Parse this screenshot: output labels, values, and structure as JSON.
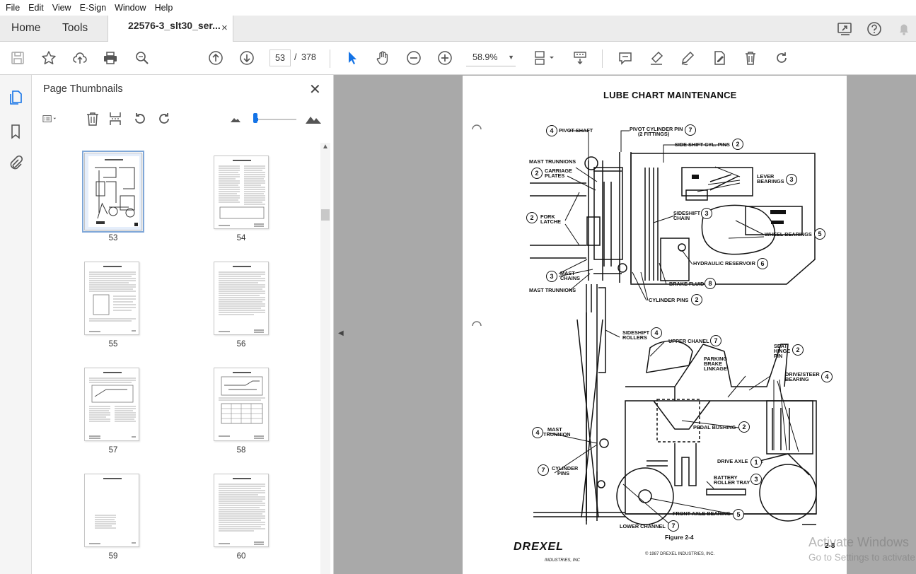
{
  "menu": [
    "File",
    "Edit",
    "View",
    "E-Sign",
    "Window",
    "Help"
  ],
  "tabs": {
    "home": "Home",
    "tools": "Tools",
    "document": "22576-3_slt30_ser...",
    "close": "×"
  },
  "toolbar": {
    "page_current": "53",
    "page_sep": "/",
    "page_total": "378",
    "zoom": "58.9%"
  },
  "panel": {
    "title": "Page Thumbnails",
    "close": "✕",
    "thumbnails": [
      {
        "page": "53",
        "selected": true
      },
      {
        "page": "54",
        "selected": false
      },
      {
        "page": "55",
        "selected": false
      },
      {
        "page": "56",
        "selected": false
      },
      {
        "page": "57",
        "selected": false
      },
      {
        "page": "58",
        "selected": false
      },
      {
        "page": "59",
        "selected": false
      },
      {
        "page": "60",
        "selected": false
      }
    ]
  },
  "document": {
    "title": "LUBE CHART MAINTENANCE",
    "callouts": [
      {
        "num": "4",
        "text": "PIVOT SHAFT"
      },
      {
        "num": "7",
        "text": "PIVOT CYLINDER PIN"
      },
      {
        "num": "",
        "text": "(2 FITTINGS)"
      },
      {
        "num": "2",
        "text": "SIDE SHIFT CYL. PINS"
      },
      {
        "num": "",
        "text": "MAST TRUNNIONS"
      },
      {
        "num": "2",
        "text": "CARRIAGE"
      },
      {
        "num": "",
        "text": "PLATES"
      },
      {
        "num": "3",
        "text": "LEVER"
      },
      {
        "num": "",
        "text": "BEARINGS"
      },
      {
        "num": "2",
        "text": "FORK"
      },
      {
        "num": "",
        "text": "LATCHE"
      },
      {
        "num": "3",
        "text": "SIDESHIFT"
      },
      {
        "num": "",
        "text": "CHAIN"
      },
      {
        "num": "5",
        "text": "WHEEL BEARINGS"
      },
      {
        "num": "6",
        "text": "HYDRAULIC RESERVOIR"
      },
      {
        "num": "3",
        "text": "MAST"
      },
      {
        "num": "",
        "text": "CHAINS"
      },
      {
        "num": "",
        "text": "MAST TRUNNIONS"
      },
      {
        "num": "8",
        "text": "BRAKE FLUID"
      },
      {
        "num": "2",
        "text": "CYLINDER PINS"
      },
      {
        "num": "4",
        "text": "SIDESHIFT"
      },
      {
        "num": "",
        "text": "ROLLERS"
      },
      {
        "num": "7",
        "text": "UPPER CHANEL"
      },
      {
        "num": "2",
        "text": "SEAT"
      },
      {
        "num": "",
        "text": "HINGE"
      },
      {
        "num": "",
        "text": "PIN"
      },
      {
        "num": "",
        "text": "PARKING"
      },
      {
        "num": "",
        "text": "BRAKE"
      },
      {
        "num": "",
        "text": "LINKAGE"
      },
      {
        "num": "4",
        "text": "DRIVE/STEER"
      },
      {
        "num": "",
        "text": "BEARING"
      },
      {
        "num": "4",
        "text": "MAST"
      },
      {
        "num": "",
        "text": "TRUNNION"
      },
      {
        "num": "2",
        "text": "PEDAL BUSHING"
      },
      {
        "num": "1",
        "text": "DRIVE AXLE"
      },
      {
        "num": "7",
        "text": "CYLINDER"
      },
      {
        "num": "",
        "text": "PINS"
      },
      {
        "num": "3",
        "text": "BATTERY"
      },
      {
        "num": "",
        "text": "ROLLER TRAY"
      },
      {
        "num": "5",
        "text": "FRONT AXLE BEARING"
      },
      {
        "num": "7",
        "text": "LOWER CHANNEL"
      }
    ],
    "figure": "Figure 2-4",
    "page_number": "2-8",
    "logo": "DREXEL",
    "logo_sub": "INDUSTRIES, INC",
    "copyright": "© 1987 DREXEL INDUSTRIES, INC."
  },
  "watermark": {
    "line1": "Activate Windows",
    "line2": "Go to Settings to activate Windows."
  }
}
